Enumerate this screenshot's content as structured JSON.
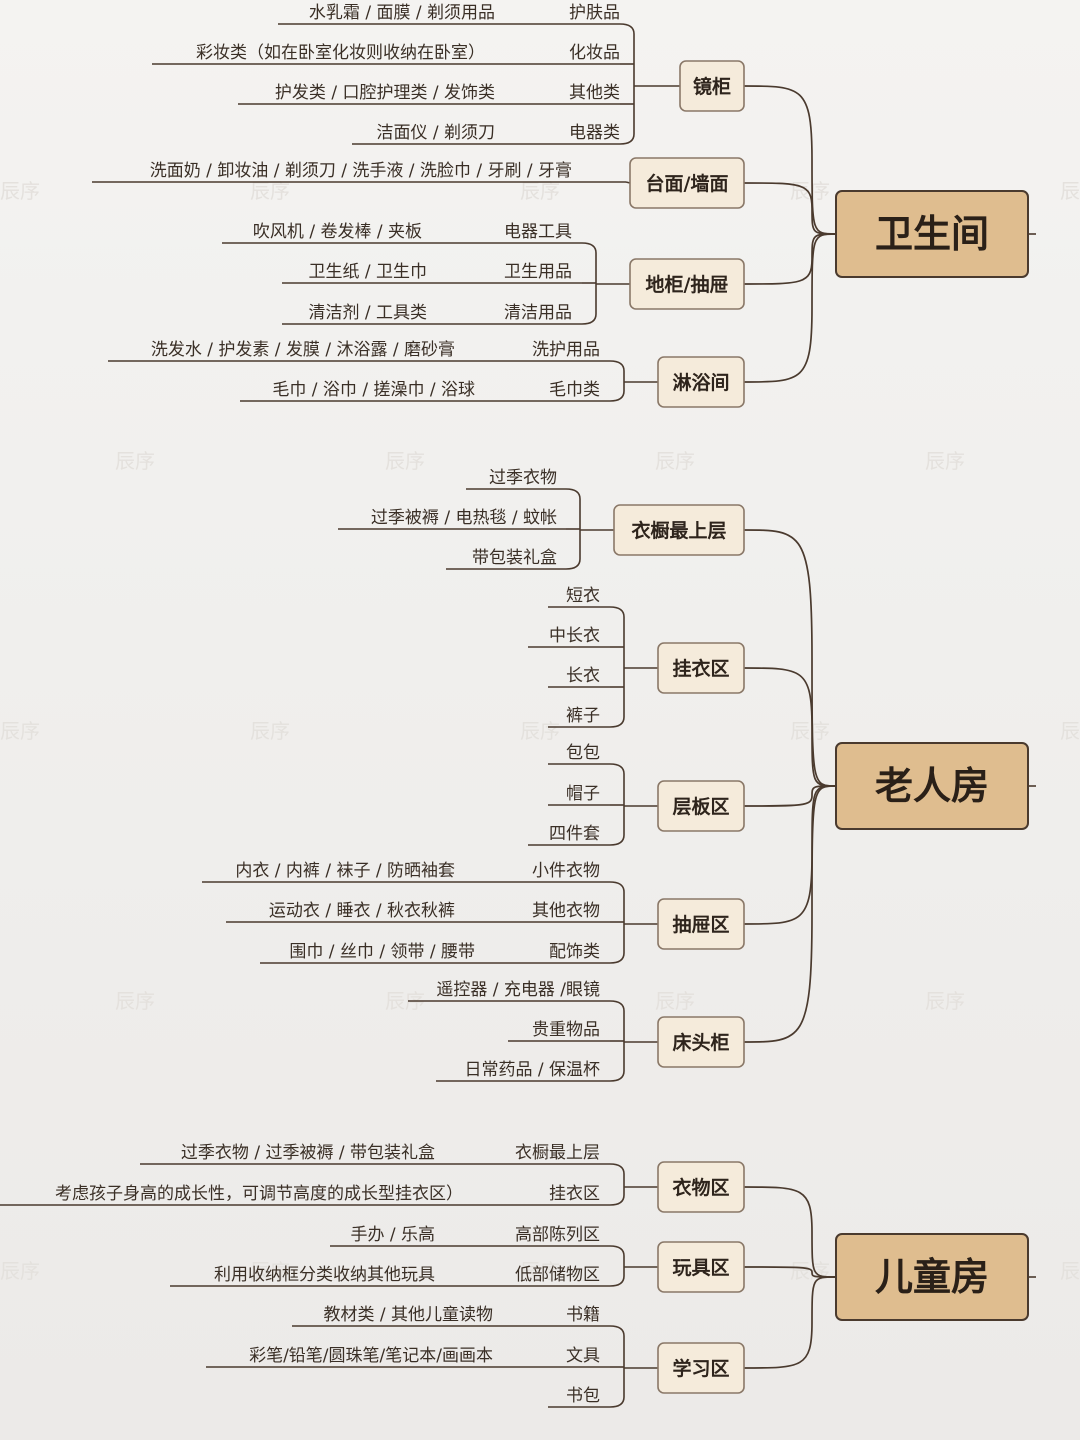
{
  "watermark": "辰序",
  "colors": {
    "background": "#f2f1ef",
    "line": "#4a3a2e",
    "branch_fill": "#f5ebdb",
    "branch_border": "#8a7868",
    "root_fill": "#dfbd8f",
    "root_border": "#4a3a2e",
    "text": "#3a2f26"
  },
  "rooms": [
    {
      "name": "卫生间",
      "branches": [
        {
          "label": "镜柜",
          "items": [
            {
              "leaf": "水乳霜 / 面膜 / 剃须用品",
              "cat": "护肤品"
            },
            {
              "leaf": "彩妆类（如在卧室化妆则收纳在卧室）",
              "cat": "化妆品"
            },
            {
              "leaf": "护发类 / 口腔护理类 / 发饰类",
              "cat": "其他类"
            },
            {
              "leaf": "洁面仪 / 剃须刀",
              "cat": "电器类"
            }
          ]
        },
        {
          "label": "台面/墙面",
          "items": [
            {
              "leaf": "洗面奶 / 卸妆油 / 剃须刀 / 洗手液 / 洗脸巾 / 牙刷 / 牙膏",
              "cat": ""
            }
          ]
        },
        {
          "label": "地柜/抽屉",
          "items": [
            {
              "leaf": "吹风机 / 卷发棒 / 夹板",
              "cat": "电器工具"
            },
            {
              "leaf": "卫生纸 / 卫生巾",
              "cat": "卫生用品"
            },
            {
              "leaf": "清洁剂 / 工具类",
              "cat": "清洁用品"
            }
          ]
        },
        {
          "label": "淋浴间",
          "items": [
            {
              "leaf": "洗发水 / 护发素 / 发膜 / 沐浴露 / 磨砂膏",
              "cat": "洗护用品"
            },
            {
              "leaf": "毛巾 / 浴巾 / 搓澡巾 / 浴球",
              "cat": "毛巾类"
            }
          ]
        }
      ]
    },
    {
      "name": "老人房",
      "branches": [
        {
          "label": "衣橱最上层",
          "items": [
            {
              "leaf": "过季衣物",
              "cat": ""
            },
            {
              "leaf": "过季被褥 / 电热毯 / 蚊帐",
              "cat": ""
            },
            {
              "leaf": "带包装礼盒",
              "cat": ""
            }
          ]
        },
        {
          "label": "挂衣区",
          "items": [
            {
              "leaf": "短衣",
              "cat": ""
            },
            {
              "leaf": "中长衣",
              "cat": ""
            },
            {
              "leaf": "长衣",
              "cat": ""
            },
            {
              "leaf": "裤子",
              "cat": ""
            }
          ]
        },
        {
          "label": "层板区",
          "items": [
            {
              "leaf": "包包",
              "cat": ""
            },
            {
              "leaf": "帽子",
              "cat": ""
            },
            {
              "leaf": "四件套",
              "cat": ""
            }
          ]
        },
        {
          "label": "抽屉区",
          "items": [
            {
              "leaf": "内衣 / 内裤 / 袜子 / 防晒袖套",
              "cat": "小件衣物"
            },
            {
              "leaf": "运动衣 / 睡衣 / 秋衣秋裤",
              "cat": "其他衣物"
            },
            {
              "leaf": "围巾 / 丝巾 / 领带 / 腰带",
              "cat": "配饰类"
            }
          ]
        },
        {
          "label": "床头柜",
          "items": [
            {
              "leaf": "遥控器 / 充电器 /眼镜",
              "cat": ""
            },
            {
              "leaf": "贵重物品",
              "cat": ""
            },
            {
              "leaf": "日常药品 / 保温杯",
              "cat": ""
            }
          ]
        }
      ]
    },
    {
      "name": "儿童房",
      "branches": [
        {
          "label": "衣物区",
          "items": [
            {
              "leaf": "过季衣物 / 过季被褥 / 带包装礼盒",
              "cat": "衣橱最上层"
            },
            {
              "leaf": "考虑孩子身高的成长性，可调节高度的成长型挂衣区）",
              "cat": "挂衣区"
            }
          ]
        },
        {
          "label": "玩具区",
          "items": [
            {
              "leaf": "手办 / 乐高",
              "cat": "高部陈列区"
            },
            {
              "leaf": "利用收纳框分类收纳其他玩具",
              "cat": "低部储物区"
            }
          ]
        },
        {
          "label": "学习区",
          "items": [
            {
              "leaf": "教材类 / 其他儿童读物",
              "cat": "书籍"
            },
            {
              "leaf": "彩笔/铅笔/圆珠笔/笔记本/画画本",
              "cat": "文具"
            },
            {
              "leaf": "书包",
              "cat": ""
            }
          ]
        }
      ]
    }
  ]
}
